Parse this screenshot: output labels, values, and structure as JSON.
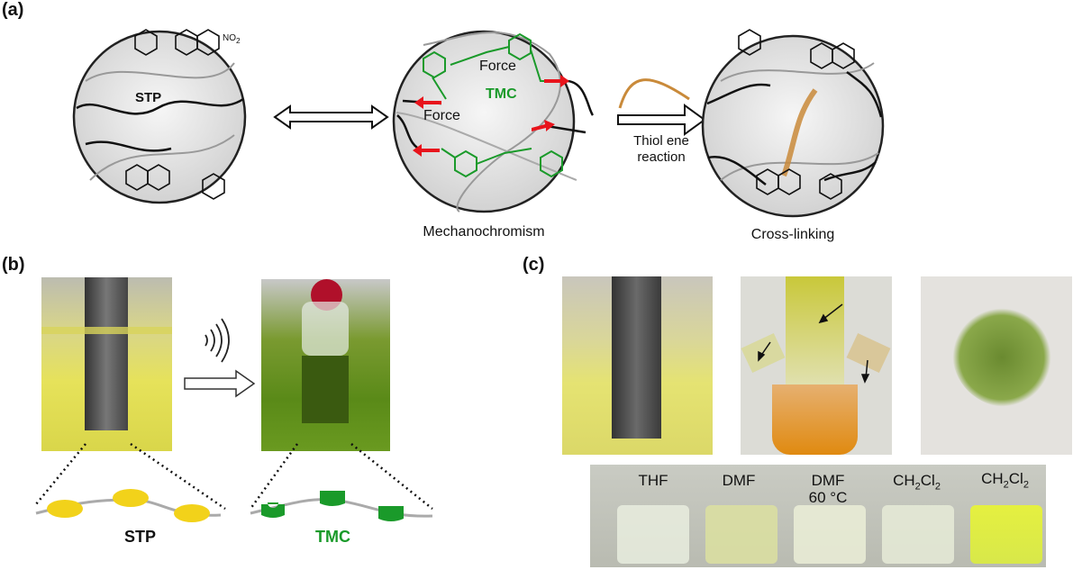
{
  "panels": {
    "a": {
      "label": "(a)",
      "circle1": {
        "molecule_label": "STP",
        "nitro": "NO2"
      },
      "circle2": {
        "molecule_label": "TMC",
        "force_top": "Force",
        "force_left": "Force",
        "caption": "Mechanochromism"
      },
      "reaction_label_line1": "Thiol ene",
      "reaction_label_line2": "reaction",
      "circle3": {
        "caption": "Cross-linking"
      }
    },
    "b": {
      "label": "(b)",
      "left_chain_label": "STP",
      "right_chain_label": "TMC"
    },
    "c": {
      "label": "(c)",
      "vials": [
        {
          "line1": "THF",
          "line2": ""
        },
        {
          "line1": "DMF",
          "line2": ""
        },
        {
          "line1": "DMF",
          "line2": "60 °C"
        },
        {
          "line1": "CH2Cl2",
          "line2": ""
        },
        {
          "line1": "CH2Cl2",
          "line2": ""
        }
      ]
    }
  },
  "colors": {
    "stp_yellow": "#f2d21a",
    "tmc_green": "#1a9a2a",
    "force_red": "#e8141c",
    "crosslink_orange": "#c98a3a"
  }
}
